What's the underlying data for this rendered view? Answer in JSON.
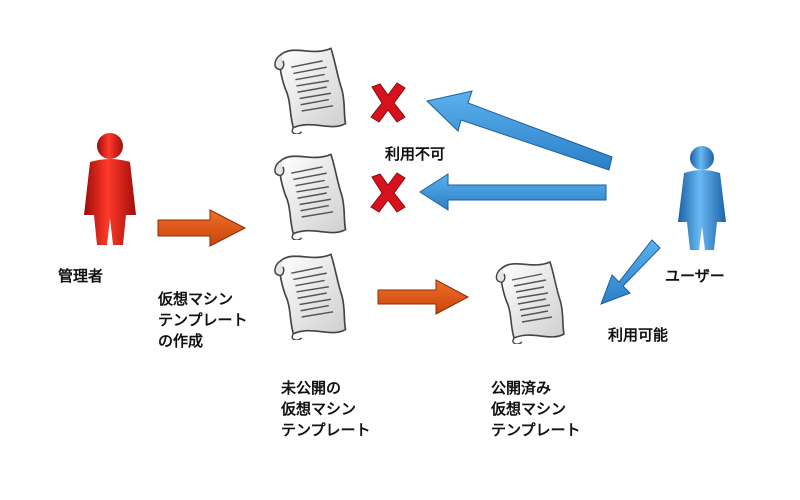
{
  "actors": {
    "admin": {
      "label": "管理者",
      "color": "#e0231c"
    },
    "user": {
      "label": "ユーザー",
      "color": "#2f8fd6"
    }
  },
  "labels": {
    "create_template": [
      "仮想マシン",
      "テンプレート",
      "の作成"
    ],
    "unpublished": [
      "未公開の",
      "仮想マシン",
      "テンプレート"
    ],
    "published": [
      "公開済み",
      "仮想マシン",
      "テンプレート"
    ],
    "unavailable": "利用不可",
    "available": "利用可能"
  },
  "colors": {
    "orange_arrow": "#e85a12",
    "blue_arrow": "#3a97dc",
    "cross": "#d8121c"
  },
  "icons": [
    "person-icon",
    "document-scroll-icon",
    "cross-icon"
  ]
}
